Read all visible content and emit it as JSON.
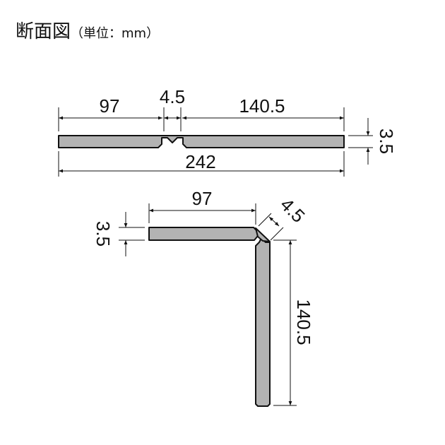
{
  "title": "断面図",
  "unit_label": "（単位：mm）",
  "flat_view": {
    "dims": {
      "left": "97",
      "groove": "4.5",
      "right": "140.5",
      "total": "242",
      "thickness": "3.5"
    }
  },
  "folded_view": {
    "dims": {
      "horizontal": "97",
      "thickness": "3.5",
      "groove": "4.5",
      "vertical": "140.5"
    }
  },
  "colors": {
    "material": "#b3b3b3",
    "line": "#111111"
  }
}
